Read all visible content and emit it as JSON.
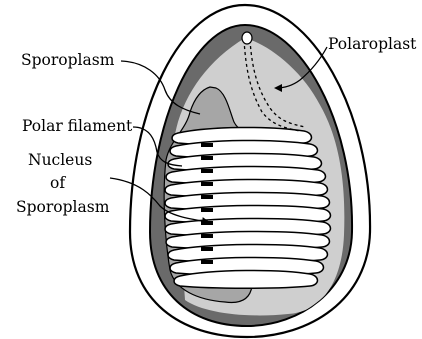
{
  "labels": {
    "sporoplasm": "Sporoplasm",
    "polaroplast": "Polaroplast",
    "polar_filament": "Polar filament",
    "nucleus_line1": "Nucleus",
    "nucleus_line2": "of",
    "nucleus_line3": "Sporoplasm"
  },
  "colors": {
    "outline": "#000000",
    "background": "#ffffff",
    "polaroplast_dark": "#6a6a6a",
    "polaroplast_light": "#cfcfcf",
    "sporoplasm": "#a6a6a6",
    "nucleus": "#000000",
    "coil": "#ffffff"
  },
  "icons": {
    "spore": "spore-diagram"
  }
}
